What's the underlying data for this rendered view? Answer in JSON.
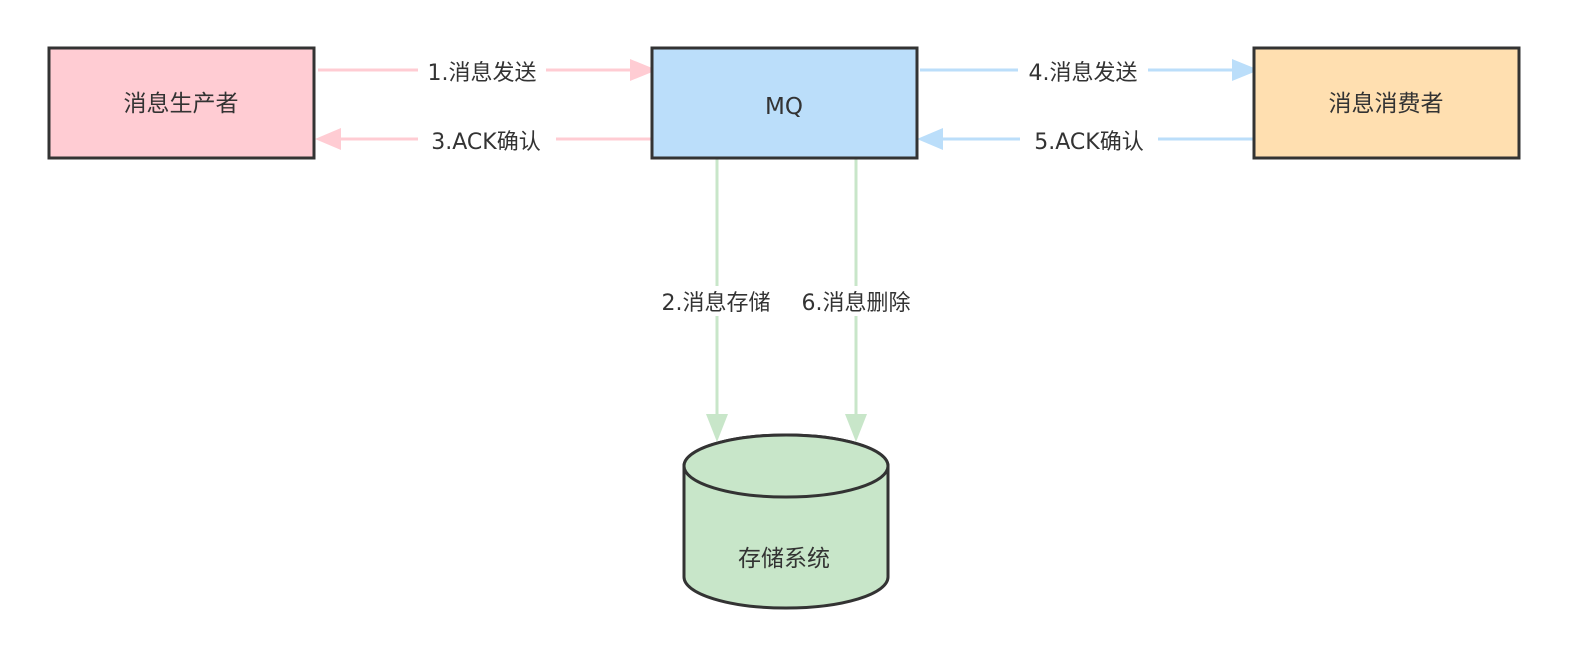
{
  "nodes": {
    "producer": {
      "label": "消息生产者",
      "fill": "#ffccd3"
    },
    "mq": {
      "label": "MQ",
      "fill": "#bbdefa"
    },
    "consumer": {
      "label": "消息消费者",
      "fill": "#ffdfb0"
    },
    "storage": {
      "label": "存储系统",
      "fill": "#c8e6c9"
    }
  },
  "edges": {
    "send_to_mq": {
      "label": "1.消息发送",
      "color": "#ffccd3"
    },
    "ack_to_producer": {
      "label": "3.ACK确认",
      "color": "#ffccd3"
    },
    "send_to_consumer": {
      "label": "4.消息发送",
      "color": "#bbdefa"
    },
    "ack_to_mq": {
      "label": "5.ACK确认",
      "color": "#bbdefa"
    },
    "store": {
      "label": "2.消息存储",
      "color": "#c8e6c9"
    },
    "delete": {
      "label": "6.消息删除",
      "color": "#c8e6c9"
    }
  },
  "colors": {
    "border": "#333333",
    "text": "#333333"
  }
}
